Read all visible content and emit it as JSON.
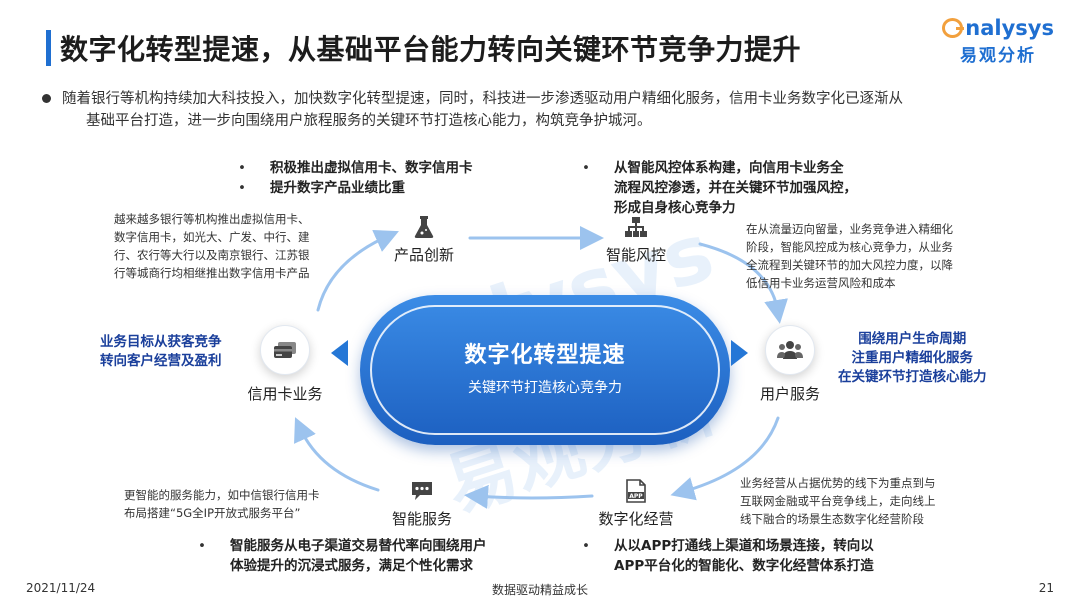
{
  "header": {
    "title": "数字化转型提速，从基础平台能力转向关键环节竞争力提升",
    "logo_en": "nalysys",
    "logo_cn": "易观分析"
  },
  "intro": {
    "line1": "随着银行等机构持续加大科技投入，加快数字化转型提速，同时，科技进一步渗透驱动用户精细化服务，信用卡业务数字化已逐渐从",
    "line2": "基础平台打造，进一步向围绕用户旅程服务的关键环节打造核心能力，构筑竞争护城河。"
  },
  "watermark": {
    "text1": "nalysys",
    "text2": "易观分析"
  },
  "hub": {
    "title": "数字化转型提速",
    "subtitle": "关键环节打造核心竞争力"
  },
  "nodes": {
    "product": {
      "label": "产品创新",
      "icon": "flask-icon"
    },
    "risk": {
      "label": "智能风控",
      "icon": "network-icon"
    },
    "user": {
      "label": "用户服务",
      "icon": "users-group-icon"
    },
    "ops": {
      "label": "数字化经营",
      "icon": "app-file-icon"
    },
    "service": {
      "label": "智能服务",
      "icon": "chat-bubble-icon"
    },
    "card": {
      "label": "信用卡业务",
      "icon": "credit-cards-icon"
    }
  },
  "bullets": {
    "product": [
      "积极推出虚拟信用卡、数字信用卡",
      "提升数字产品业绩比重"
    ],
    "risk": {
      "line1": "从智能风控体系构建，向信用卡业务全",
      "line2": "流程风控渗透，并在关键环节加强风控，",
      "line3": "形成自身核心竞争力"
    },
    "service": {
      "line1": "智能服务从电子渠道交易替代率向围绕用户",
      "line2": "体验提升的沉浸式服务，满足个性化需求"
    },
    "ops": {
      "line1": "从以APP打通线上渠道和场景连接，转向以",
      "line2": "APP平台化的智能化、数字化经营体系打造"
    }
  },
  "notes": {
    "product": [
      "越来越多银行等机构推出虚拟信用卡、",
      "数字信用卡，如光大、广发、中行、建",
      "行、农行等大行以及南京银行、江苏银",
      "行等城商行均相继推出数字信用卡产品"
    ],
    "risk": [
      "在从流量迈向留量，业务竞争进入精细化",
      "阶段，智能风控成为核心竞争力，从业务",
      "全流程到关键环节的加大风控力度，以降",
      "低信用卡业务运营风险和成本"
    ],
    "service": [
      "更智能的服务能力，如中信银行信用卡",
      "布局搭建“5G全IP开放式服务平台”"
    ],
    "ops": [
      "业务经营从占据优势的线下为重点到与",
      "互联网金融或平台竞争线上，走向线上",
      "线下融合的场景生态数字化经营阶段"
    ]
  },
  "blue_notes": {
    "left": [
      "业务目标从获客竞争",
      "转向客户经营及盈利"
    ],
    "right": [
      "围绕用户生命周期",
      "注重用户精细化服务",
      "在关键环节打造核心能力"
    ]
  },
  "footer": {
    "date": "2021/11/24",
    "center": "数据驱动精益成长",
    "page": "21"
  },
  "colors": {
    "accent": "#1f6fd1",
    "hub_top": "#3b8ce6",
    "hub_bottom": "#1c5fc0",
    "logo_orange": "#f2a03d",
    "blue_note": "#1a3f9b",
    "arc": "#9cc3ee"
  }
}
